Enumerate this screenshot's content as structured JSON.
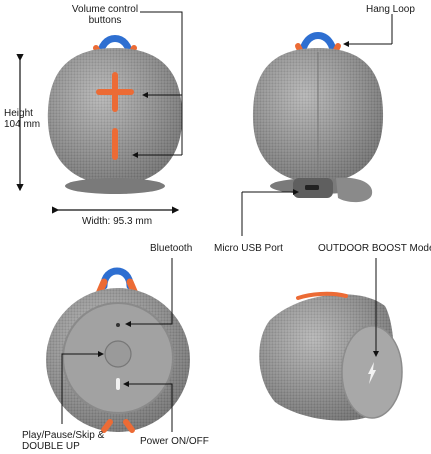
{
  "labels": {
    "volume_buttons_line1": "Volume control",
    "volume_buttons_line2": "buttons",
    "hang_loop": "Hang Loop",
    "height_line1": "Height",
    "height_line2": "104 mm",
    "width": "Width: 95.3 mm",
    "bluetooth": "Bluetooth",
    "micro_usb": "Micro USB Port",
    "outdoor_boost": "OUTDOOR BOOST Mode",
    "play_pause_line1": "Play/Pause/Skip &",
    "play_pause_line2": "DOUBLE UP",
    "power": "Power ON/OFF"
  },
  "colors": {
    "body_gray": "#8d8d8d",
    "fabric_gray": "#9a9a9a",
    "base_gray": "#7a7a7a",
    "accent_orange": "#ec6b35",
    "loop_blue": "#2e6fd1",
    "line_black": "#111111"
  },
  "icons": [
    "bluetooth-icon",
    "power-icon",
    "outdoor-boost-icon",
    "micro-usb-icon"
  ]
}
